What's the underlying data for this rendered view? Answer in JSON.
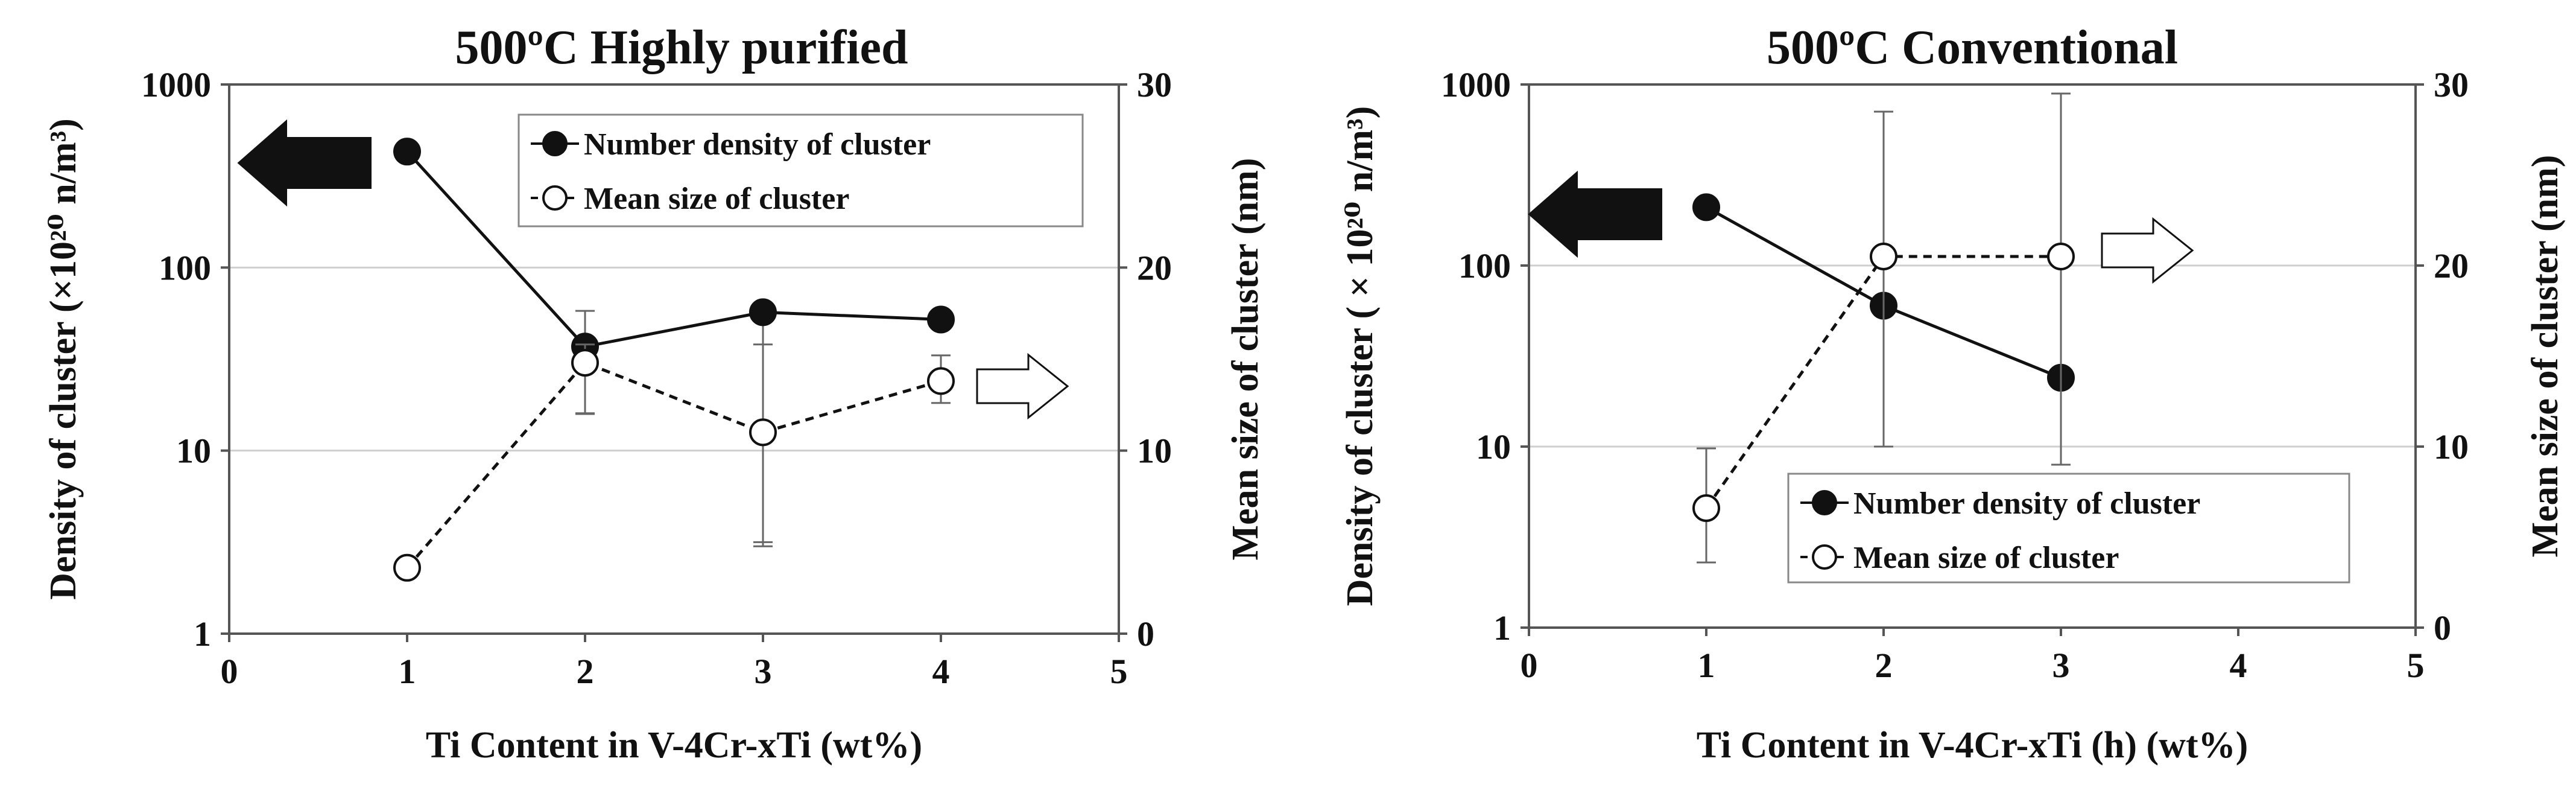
{
  "chart_data": [
    {
      "type": "line",
      "title": "500ºC Highly purified",
      "xlabel": "Ti Content in V-4Cr-xTi (wt%)",
      "ylabel": "Density of cluster (×10²⁰ n/m³)",
      "y2label": "Mean size of cluster (nm)",
      "xlim": [
        0,
        5
      ],
      "ylim": [
        1,
        1000
      ],
      "yscale": "log",
      "y2lim": [
        0,
        30
      ],
      "x_ticks": [
        "0",
        "1",
        "2",
        "3",
        "4",
        "5"
      ],
      "y_ticks": [
        "1",
        "10",
        "100",
        "1000"
      ],
      "y2_ticks": [
        "0",
        "10",
        "20",
        "30"
      ],
      "grid": "horizontal",
      "legend_position": "top-right",
      "series": [
        {
          "name": "Number density of cluster",
          "axis": "left",
          "marker": "filled-circle",
          "line": "solid",
          "x": [
            1,
            2,
            3,
            4
          ],
          "y": [
            430,
            37,
            57,
            52
          ],
          "error_low": [
            null,
            16,
            3,
            null
          ],
          "error_high": [
            null,
            58,
            58,
            null
          ]
        },
        {
          "name": "Mean size of cluster",
          "axis": "right",
          "marker": "open-circle",
          "line": "dashed",
          "x": [
            1,
            2,
            3,
            4
          ],
          "y": [
            3.6,
            14.8,
            11.0,
            13.8
          ],
          "error_low": [
            null,
            12.0,
            5.0,
            12.6
          ],
          "error_high": [
            null,
            15.8,
            15.8,
            15.2
          ]
        }
      ],
      "arrows": [
        {
          "direction": "left",
          "style": "filled",
          "meaning": "left axis"
        },
        {
          "direction": "right",
          "style": "open",
          "meaning": "right axis"
        }
      ]
    },
    {
      "type": "line",
      "title": "500ºC Conventional",
      "xlabel": "Ti Content in V-4Cr-xTi (h)  (wt%)",
      "ylabel": "Density of cluster ( × 10²⁰ n/m³)",
      "y2label": "Mean size of cluster (nm)",
      "xlim": [
        0,
        5
      ],
      "ylim": [
        1,
        1000
      ],
      "yscale": "log",
      "y2lim": [
        0,
        30
      ],
      "x_ticks": [
        "0",
        "1",
        "2",
        "3",
        "4",
        "5"
      ],
      "y_ticks": [
        "1",
        "10",
        "100",
        "1000"
      ],
      "y2_ticks": [
        "0",
        "10",
        "20",
        "30"
      ],
      "grid": "horizontal",
      "legend_position": "bottom-right",
      "series": [
        {
          "name": "Number density of cluster",
          "axis": "left",
          "marker": "filled-circle",
          "line": "solid",
          "x": [
            1,
            2,
            3
          ],
          "y": [
            210,
            60,
            24
          ],
          "error_low": [
            null,
            null,
            null
          ],
          "error_high": [
            null,
            null,
            null
          ]
        },
        {
          "name": "Mean size of cluster",
          "axis": "right",
          "marker": "open-circle",
          "line": "dashed",
          "x": [
            1,
            2,
            3
          ],
          "y": [
            6.6,
            20.5,
            20.5
          ],
          "error_low": [
            3.6,
            10.0,
            9.0
          ],
          "error_high": [
            9.9,
            28.5,
            29.5
          ]
        }
      ],
      "arrows": [
        {
          "direction": "left",
          "style": "filled",
          "meaning": "left axis"
        },
        {
          "direction": "right",
          "style": "open",
          "meaning": "right axis"
        }
      ]
    }
  ]
}
